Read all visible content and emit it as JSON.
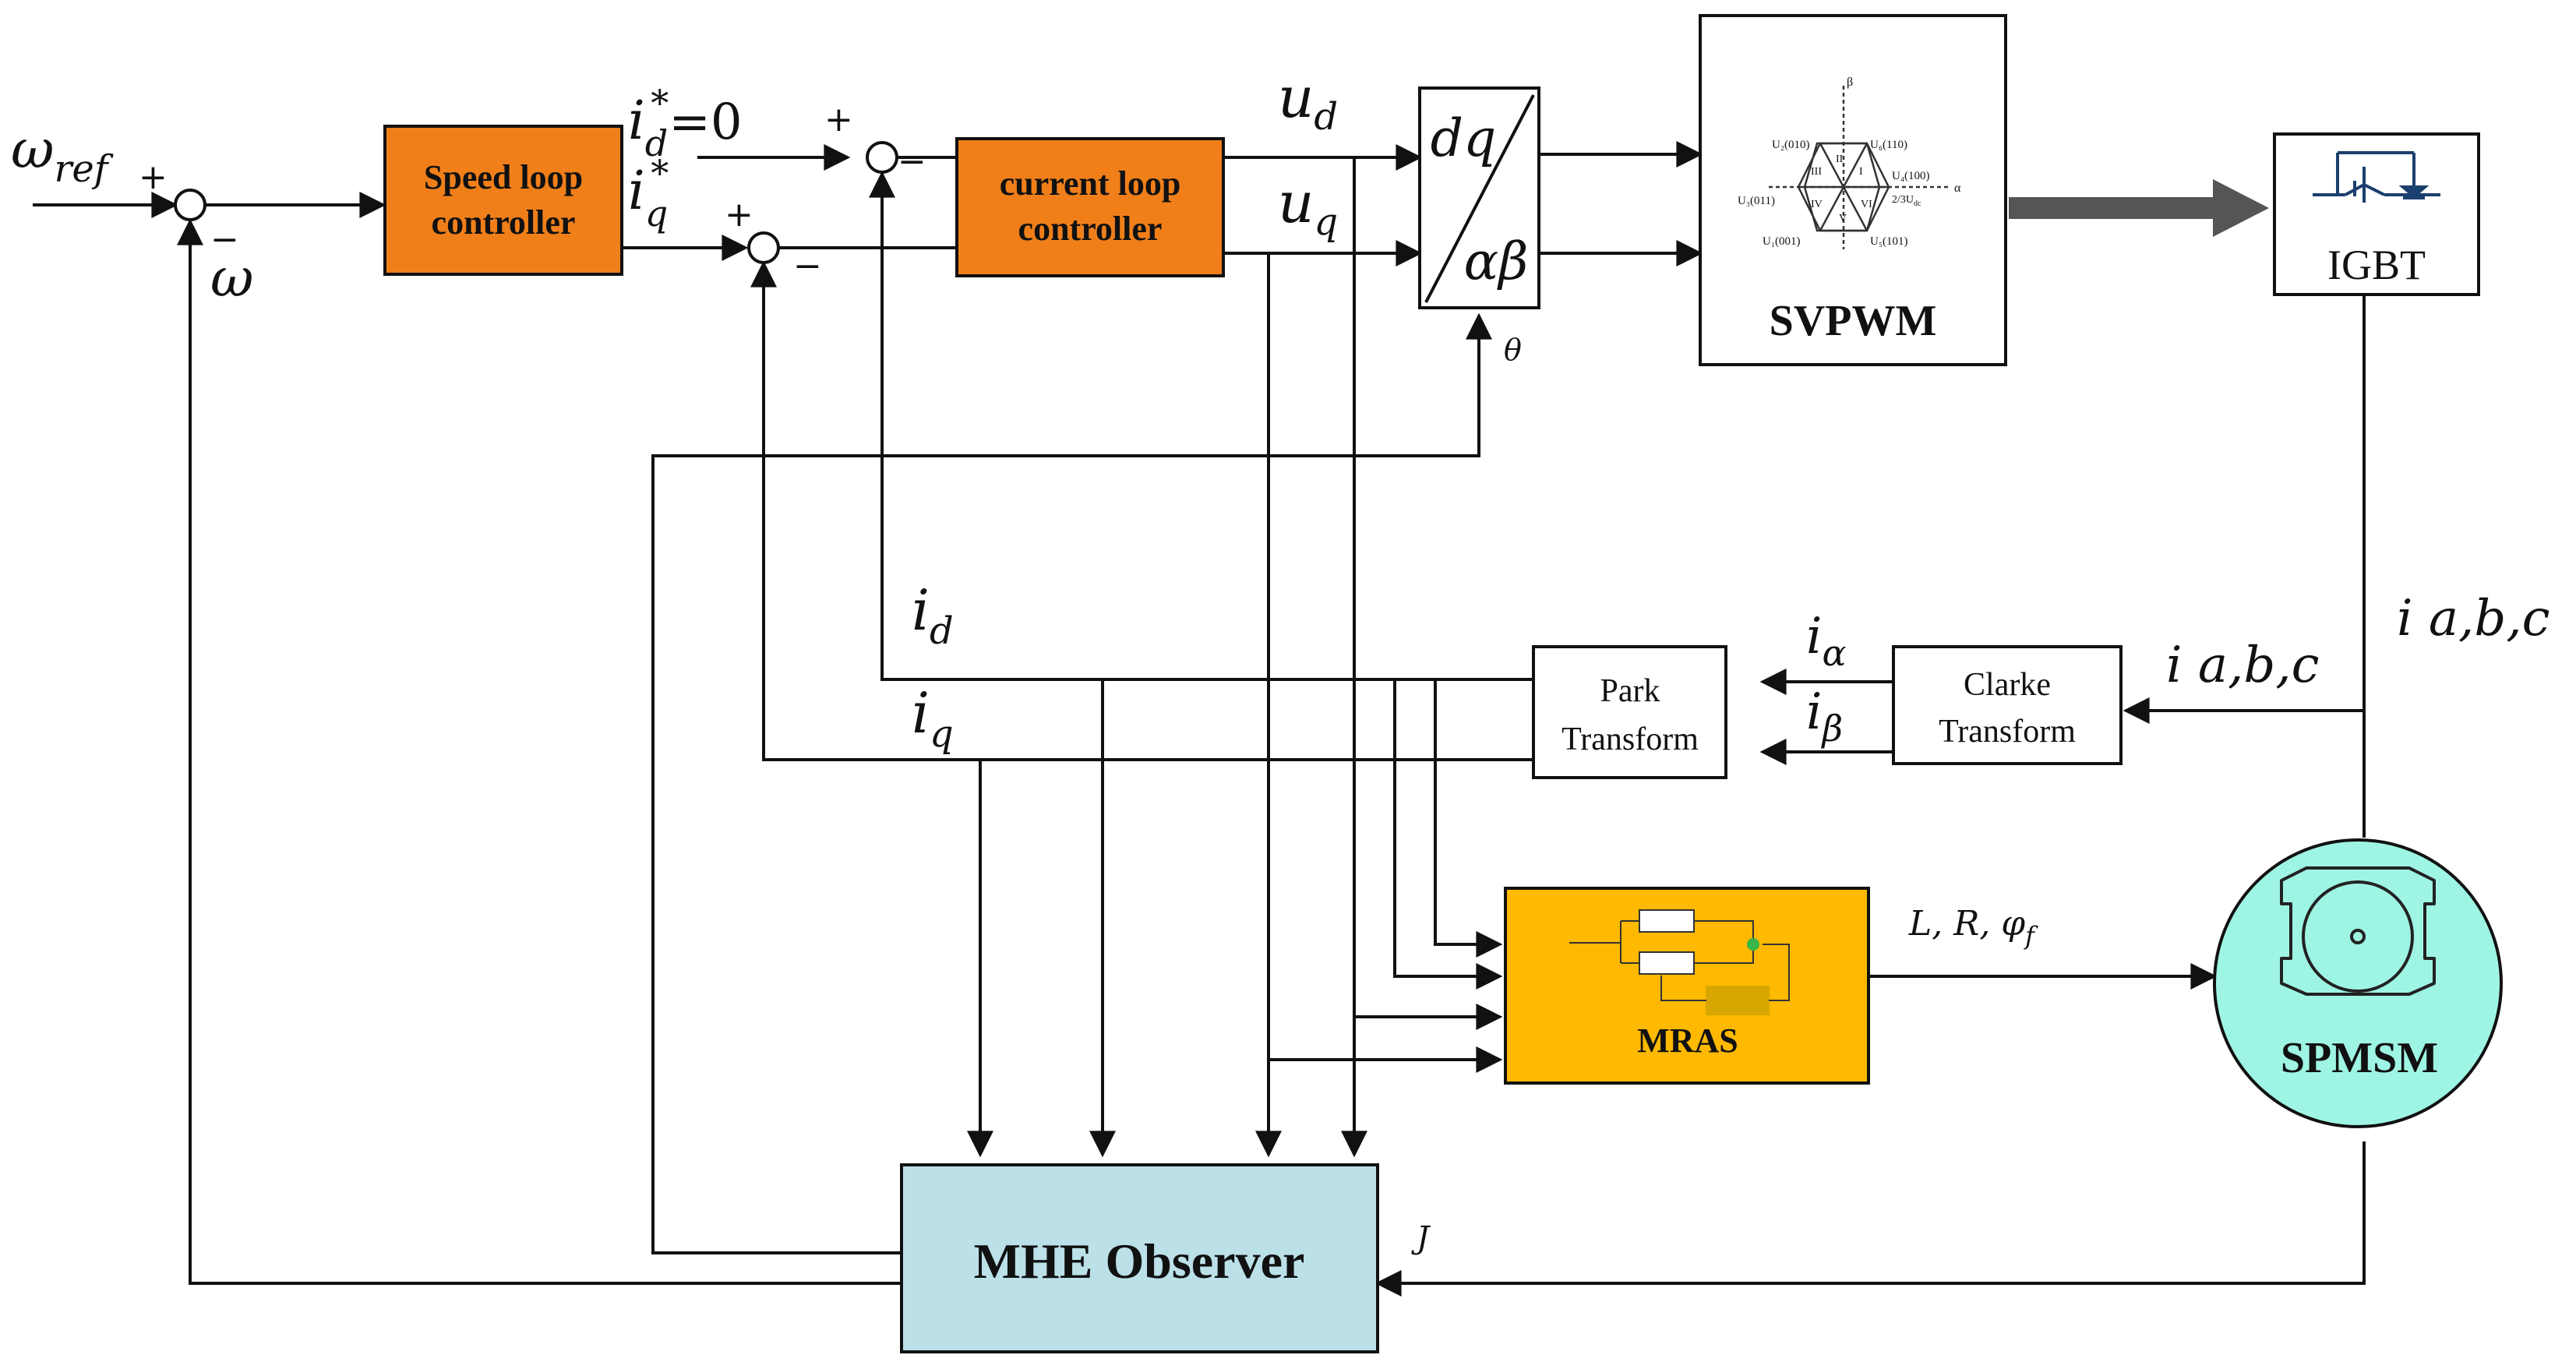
{
  "colors": {
    "controller_fill": "#F07F1A",
    "mras_fill": "#FFB900",
    "observer_fill": "#BBE0E8",
    "motor_fill": "#9FF5E3",
    "wire": "#111111",
    "bus_arrow": "#555555"
  },
  "blocks": {
    "speed_controller": {
      "line1": "Speed loop",
      "line2": "controller"
    },
    "current_controller": {
      "line1": "current loop",
      "line2": "controller"
    },
    "dq_transform": {
      "top": "dq",
      "bottom": "αβ"
    },
    "svpwm": {
      "label": "SVPWM",
      "hexagon": {
        "axis_alpha": "α",
        "axis_beta": "β",
        "vectors": [
          "U₂(010)",
          "U₆(110)",
          "U₄(100)",
          "U₅(101)",
          "U₁(001)",
          "U₃(011)"
        ],
        "sectors": [
          "I",
          "II",
          "III",
          "IV",
          "V",
          "VI"
        ],
        "magnitude": "2/3U",
        "magnitude_sub": "dc"
      }
    },
    "igbt": {
      "label": "IGBT",
      "icon": "igbt-switch-icon"
    },
    "park": {
      "line1": "Park",
      "line2": "Transform"
    },
    "clarke": {
      "line1": "Clarke",
      "line2": "Transform"
    },
    "mras": {
      "label": "MRAS"
    },
    "observer": {
      "label": "MHE Observer"
    },
    "motor": {
      "label": "SPMSM",
      "icon": "motor-icon"
    }
  },
  "signals": {
    "omega_ref": {
      "base": "ω",
      "sub": "ref"
    },
    "omega_feedback": "ω",
    "id_ref": {
      "base": "i",
      "sub": "d",
      "sup": "*",
      "rest": "=0"
    },
    "iq_ref": {
      "base": "i",
      "sub": "q",
      "sup": "*"
    },
    "ud": {
      "base": "u",
      "sub": "d"
    },
    "uq": {
      "base": "u",
      "sub": "q"
    },
    "theta": "θ",
    "id": {
      "base": "i",
      "sub": "d"
    },
    "iq": {
      "base": "i",
      "sub": "q"
    },
    "i_alpha": {
      "base": "i",
      "sub": "α"
    },
    "i_beta": {
      "base": "i",
      "sub": "β"
    },
    "iabc_clarke": "i a,b,c",
    "iabc_motor": "i a,b,c",
    "params": {
      "text": "L, R, φ",
      "sub": "f"
    },
    "inertia": "J"
  },
  "signs": {
    "sum1_plus": "+",
    "sum1_minus": "−",
    "sum2_plus": "+",
    "sum2_minus": "−",
    "sum3_plus": "+",
    "sum3_minus": "−"
  }
}
